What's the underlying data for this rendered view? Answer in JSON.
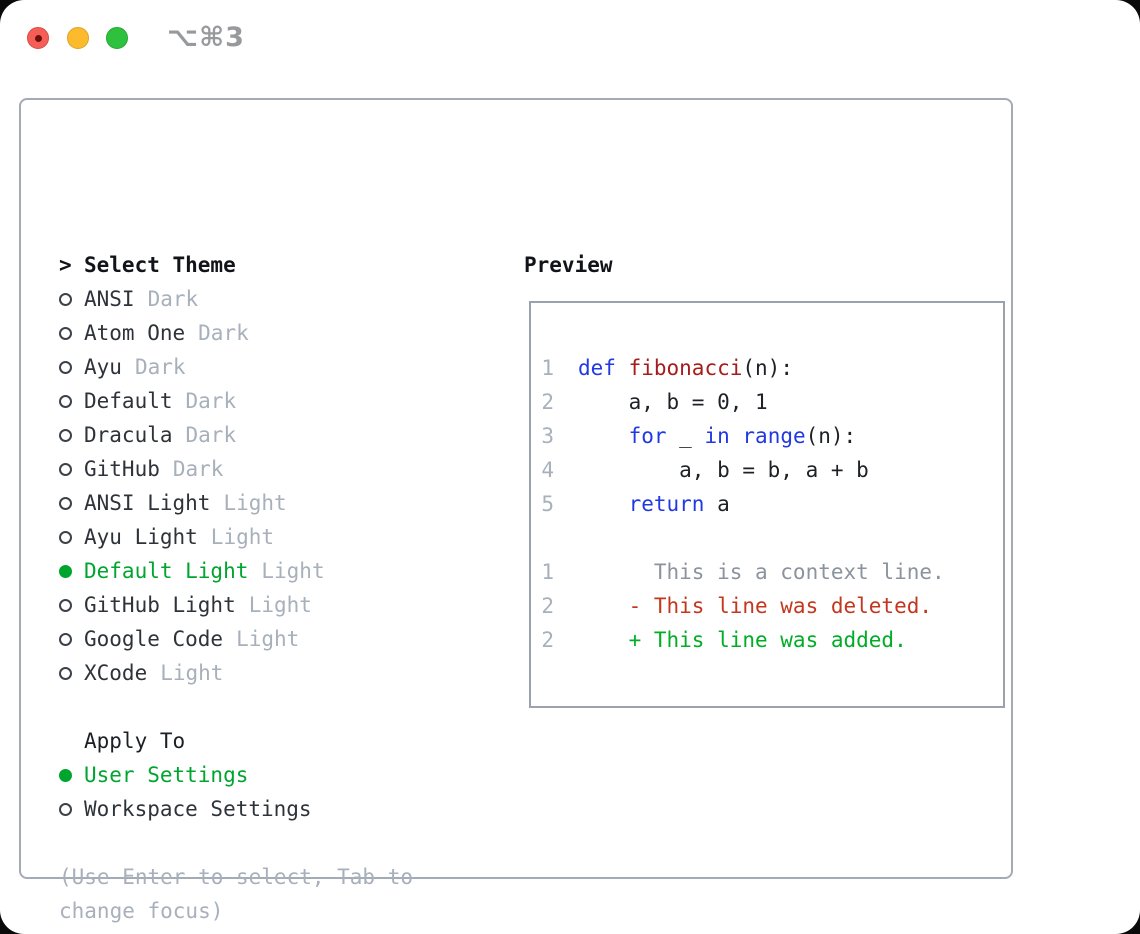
{
  "window": {
    "shortcut": "⌥⌘3",
    "traffic_lights": [
      "close",
      "minimize",
      "zoom"
    ]
  },
  "left": {
    "header": {
      "marker": ">",
      "label": "Select Theme"
    },
    "themes": [
      {
        "name": "ANSI",
        "badge": "Dark",
        "selected": false
      },
      {
        "name": "Atom One",
        "badge": "Dark",
        "selected": false
      },
      {
        "name": "Ayu",
        "badge": "Dark",
        "selected": false
      },
      {
        "name": "Default",
        "badge": "Dark",
        "selected": false
      },
      {
        "name": "Dracula",
        "badge": "Dark",
        "selected": false
      },
      {
        "name": "GitHub",
        "badge": "Dark",
        "selected": false
      },
      {
        "name": "ANSI Light",
        "badge": "Light",
        "selected": false
      },
      {
        "name": "Ayu Light",
        "badge": "Light",
        "selected": false
      },
      {
        "name": "Default Light",
        "badge": "Light",
        "selected": true
      },
      {
        "name": "GitHub Light",
        "badge": "Light",
        "selected": false
      },
      {
        "name": "Google Code",
        "badge": "Light",
        "selected": false
      },
      {
        "name": "XCode",
        "badge": "Light",
        "selected": false
      }
    ],
    "apply_to": {
      "label": "Apply To",
      "options": [
        {
          "name": "User Settings",
          "selected": true
        },
        {
          "name": "Workspace Settings",
          "selected": false
        }
      ]
    },
    "hint": "(Use Enter to select, Tab to change focus)"
  },
  "preview": {
    "title": "Preview",
    "code_lines": [
      {
        "num": "1",
        "segments": [
          {
            "t": "def",
            "c": "keyword"
          },
          {
            "t": " ",
            "c": "plain"
          },
          {
            "t": "fibonacci",
            "c": "function"
          },
          {
            "t": "(n):",
            "c": "plain"
          }
        ]
      },
      {
        "num": "2",
        "segments": [
          {
            "t": "    a, b = 0, 1",
            "c": "plain"
          }
        ]
      },
      {
        "num": "3",
        "segments": [
          {
            "t": "    ",
            "c": "plain"
          },
          {
            "t": "for",
            "c": "keyword"
          },
          {
            "t": " _ ",
            "c": "plain"
          },
          {
            "t": "in",
            "c": "keyword"
          },
          {
            "t": " ",
            "c": "plain"
          },
          {
            "t": "range",
            "c": "keyword"
          },
          {
            "t": "(n):",
            "c": "plain"
          }
        ]
      },
      {
        "num": "4",
        "segments": [
          {
            "t": "        a, b = b, a + b",
            "c": "plain"
          }
        ]
      },
      {
        "num": "5",
        "segments": [
          {
            "t": "    ",
            "c": "plain"
          },
          {
            "t": "return",
            "c": "keyword"
          },
          {
            "t": " a",
            "c": "plain"
          }
        ]
      }
    ],
    "diff_lines": [
      {
        "num": "1",
        "segments": [
          {
            "t": "      This is a context line.",
            "c": "context"
          }
        ]
      },
      {
        "num": "2",
        "segments": [
          {
            "t": "    - This line was deleted.",
            "c": "deleted"
          }
        ]
      },
      {
        "num": "2",
        "segments": [
          {
            "t": "    + This line was added.",
            "c": "added"
          }
        ]
      }
    ]
  },
  "colors": {
    "keyword": "#2138e2",
    "function": "#a61c1c",
    "plain": "#1d2127",
    "context": "#8b939d",
    "deleted": "#c2371e",
    "added": "#00ad25",
    "selected_green": "#00a52e",
    "text": "#2e333a",
    "muted": "#a7b0bb"
  }
}
